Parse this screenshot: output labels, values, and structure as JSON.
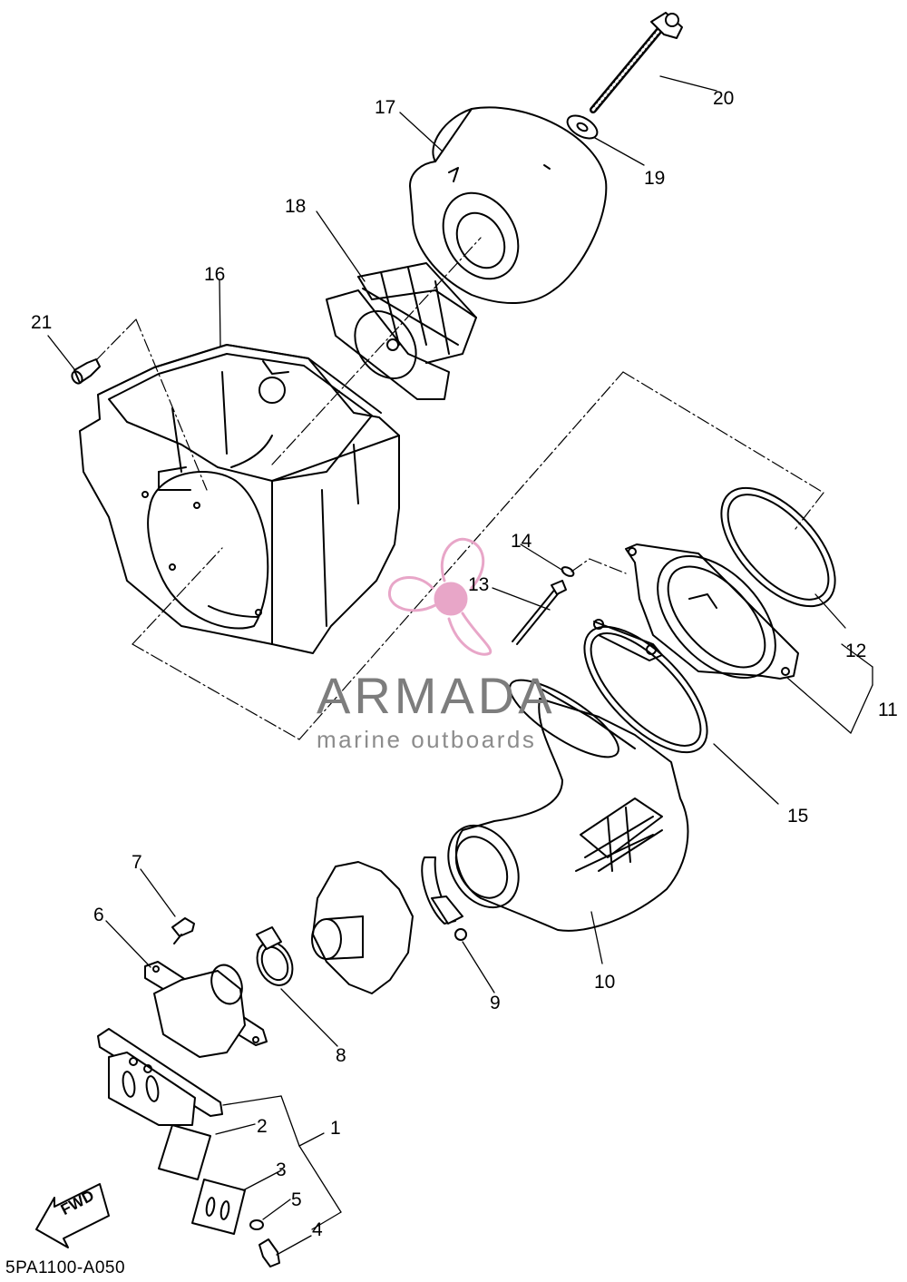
{
  "diagram": {
    "code": "5PA1100-A050",
    "fwd_label": "FWD",
    "watermark": {
      "brand": "ARMADA",
      "tagline": "marine outboards",
      "colors": {
        "logo": "#e8a6c8",
        "text": "#7d7d7d"
      }
    },
    "callouts": [
      "1",
      "2",
      "3",
      "4",
      "5",
      "6",
      "7",
      "8",
      "9",
      "10",
      "11",
      "12",
      "13",
      "14",
      "15",
      "16",
      "17",
      "18",
      "19",
      "20",
      "21"
    ]
  }
}
